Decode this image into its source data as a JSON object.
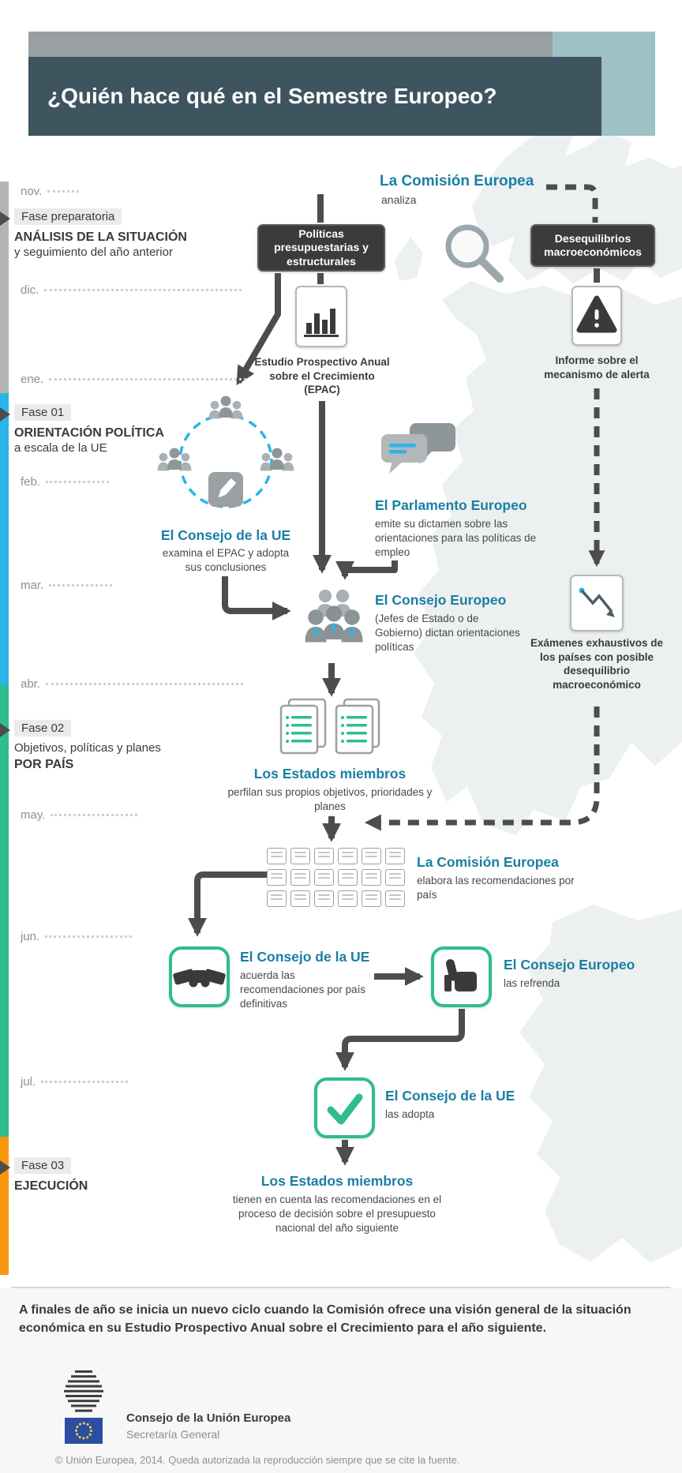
{
  "header": {
    "title": "¿Quién hace qué en el Semestre Europeo?"
  },
  "timeline": {
    "months": [
      "nov.",
      "dic.",
      "ene.",
      "feb.",
      "mar.",
      "abr.",
      "may.",
      "jun.",
      "jul."
    ]
  },
  "phases": [
    {
      "label": "Fase preparatoria",
      "line1": "ANÁLISIS DE LA SITUACIÓN",
      "line2": "y seguimiento del año anterior",
      "color": "#b4b4b4"
    },
    {
      "label": "Fase 01",
      "line1": "ORIENTACIÓN POLÍTICA",
      "line2": "a escala de la UE",
      "color": "#29b5e8"
    },
    {
      "label": "Fase 02",
      "line1": "Objetivos, políticas y planes",
      "line2": "POR PAÍS",
      "color": "#2ebd8f"
    },
    {
      "label": "Fase 03",
      "line1": "EJECUCIÓN",
      "color": "#f8960f"
    }
  ],
  "flow": {
    "commission_top": {
      "title": "La Comisión Europea",
      "subtitle": "analiza"
    },
    "box_budget": "Políticas presupuestarias y estructurales",
    "box_macro": "Desequilibrios macroeconómicos",
    "epac_caption": "Estudio Prospectivo Anual sobre el Crecimiento (EPAC)",
    "alert_caption": "Informe sobre el mecanismo de alerta",
    "council_eu_1": {
      "title": "El Consejo de la UE",
      "text": "examina el EPAC y adopta sus conclusiones"
    },
    "parliament": {
      "title": "El Parlamento Europeo",
      "text": "emite su dictamen sobre las orientaciones para las políticas de empleo"
    },
    "european_council_1": {
      "title": "El Consejo Europeo",
      "text": "(Jefes de Estado o de Gobierno) dictan orientaciones políticas"
    },
    "reviews_caption": "Exámenes exhaustivos de los países con posible desequilibrio macroeconómico",
    "member_states_1": {
      "title": "Los Estados miembros",
      "text": "perfilan sus propios objetivos, prioridades y planes"
    },
    "commission_2": {
      "title": "La Comisión Europea",
      "text": "elabora las recomendaciones por país"
    },
    "council_eu_2": {
      "title": "El Consejo de la UE",
      "text": "acuerda las recomendaciones por país definitivas"
    },
    "european_council_2": {
      "title": "El Consejo Europeo",
      "text": "las refrenda"
    },
    "council_eu_3": {
      "title": "El Consejo de la UE",
      "text": "las adopta"
    },
    "member_states_2": {
      "title": "Los Estados miembros",
      "text": "tienen en cuenta las recomendaciones en el proceso de decisión sobre el presupuesto nacional del año siguiente"
    }
  },
  "footer": {
    "note": "A finales de año se inicia un nuevo ciclo cuando la Comisión ofrece una visión general de la situación económica en su Estudio Prospectivo Anual sobre el Crecimiento para el año siguiente.",
    "org": "Consejo de la Unión Europea",
    "org_sub": "Secretaría General",
    "copyright": "© Unión Europea, 2014. Queda autorizada la reproducción siempre que se cite la fuente."
  },
  "icons": {
    "magnifier": "magnifier-icon",
    "bar_chart": "bar-chart-icon",
    "alert": "alert-triangle-icon",
    "roundtable": "council-roundtable-icon",
    "pencil": "pencil-icon",
    "speech": "speech-bubbles-icon",
    "leaders": "leaders-group-icon",
    "declining_chart": "declining-chart-document-icon",
    "stacked_docs": "stacked-documents-icon",
    "doc_grid": "country-recommendations-grid-icon",
    "handshake": "handshake-icon",
    "thumbs_up": "thumbs-up-icon",
    "check": "checkmark-icon",
    "eu_flag": "eu-flag-icon",
    "council_logo": "council-lines-logo",
    "map": "europe-map"
  },
  "colors": {
    "header_slate": "#3e545f",
    "header_teal": "#9dc1c5",
    "header_gray": "#9a9fa1",
    "heading_blue": "#1a7fa4",
    "phase_gray": "#b4b4b4",
    "phase_blue": "#29b5e8",
    "phase_green": "#2ebd8f",
    "phase_orange": "#f8960f",
    "arrow_dark": "#4d4d4d",
    "dark_box": "#3b3b3b"
  }
}
